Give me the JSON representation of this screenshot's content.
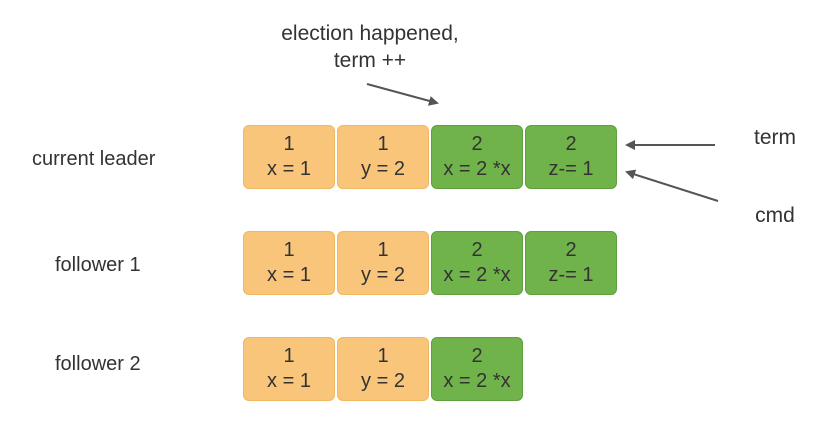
{
  "annotations": {
    "election_line1": "election happened,",
    "election_line2": "term ++",
    "term": "term",
    "cmd": "cmd"
  },
  "colors": {
    "old_term": "#f8c57a",
    "new_term": "#6fb34a",
    "arrow": "#555555"
  },
  "rows": [
    {
      "label": "current leader",
      "entries": [
        {
          "term": "1",
          "cmd": "x = 1",
          "color": "orange"
        },
        {
          "term": "1",
          "cmd": "y = 2",
          "color": "orange"
        },
        {
          "term": "2",
          "cmd": "x = 2 *x",
          "color": "green"
        },
        {
          "term": "2",
          "cmd": "z-= 1",
          "color": "green"
        }
      ]
    },
    {
      "label": "follower 1",
      "entries": [
        {
          "term": "1",
          "cmd": "x = 1",
          "color": "orange"
        },
        {
          "term": "1",
          "cmd": "y = 2",
          "color": "orange"
        },
        {
          "term": "2",
          "cmd": "x = 2 *x",
          "color": "green"
        },
        {
          "term": "2",
          "cmd": "z-= 1",
          "color": "green"
        }
      ]
    },
    {
      "label": "follower 2",
      "entries": [
        {
          "term": "1",
          "cmd": "x = 1",
          "color": "orange"
        },
        {
          "term": "1",
          "cmd": "y = 2",
          "color": "orange"
        },
        {
          "term": "2",
          "cmd": "x = 2 *x",
          "color": "green"
        }
      ]
    }
  ]
}
